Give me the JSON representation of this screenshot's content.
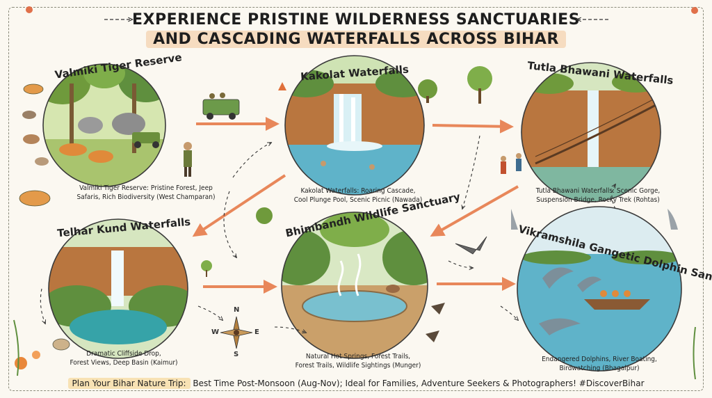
{
  "title": {
    "line1": "EXPERIENCE PRISTINE WILDERNESS SANCTUARIES",
    "line2": "AND CASCADING WATERFALLS ACROSS BIHAR"
  },
  "places": [
    {
      "name": "Valmiki Tiger Reserve",
      "desc_line1": "Valmiki Tiger Reserve: Pristine Forest, Jeep",
      "desc_line2": "Safaris, Rich Biodiversity (West Champaran)"
    },
    {
      "name": "Kakolat Waterfalls",
      "desc_line1": "Kakolat Waterfalls: Roaring Cascade,",
      "desc_line2": "Cool Plunge Pool, Scenic Picnic (Nawada)"
    },
    {
      "name": "Tutla Bhawani Waterfalls",
      "desc_line1": "Tutla Bhawani Waterfalls: Scenic Gorge,",
      "desc_line2": "Suspension Bridge, Rocky Trek (Rohtas)"
    },
    {
      "name": "Telhar Kund Waterfalls",
      "desc_line1": "Dramatic Cliffside Drop,",
      "desc_line2": "Forest Views, Deep Basin (Kaimur)"
    },
    {
      "name": "Bhimbandh Wildlife Sanctuary",
      "desc_line1": "Natural Hot Springs, Forest Trails,",
      "desc_line2": "Forest Trails, Wildlife Sightings (Munger)"
    },
    {
      "name": "Vikramshila Gangetic Dolphin Sanctuary",
      "desc_line1": "Endangered Dolphins, River Boating,",
      "desc_line2": "Birdwatching (Bhagalpur)"
    }
  ],
  "compass": {
    "n": "N",
    "s": "S",
    "e": "E",
    "w": "W"
  },
  "footer": {
    "highlight": "Plan Your Bihar Nature Trip:",
    "text": " Best Time Post-Monsoon (Aug-Nov); Ideal for Families, Adventure Seekers & Photographers! #DiscoverBihar"
  },
  "colors": {
    "arrow": "#e8875a",
    "water": "#5fb3c9",
    "forest": "#5f8f3e",
    "rock": "#b9763f"
  }
}
